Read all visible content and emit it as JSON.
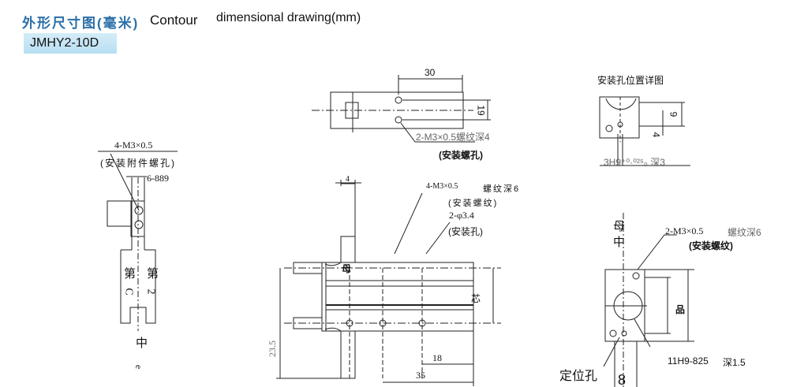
{
  "header": {
    "title_cn": "外形尺寸图(毫米)",
    "title_en": "Contour",
    "title_en2": "dimensional   drawing(mm)",
    "model": "JMHY2-10D"
  },
  "top_view": {
    "dim_width": "30",
    "dim_height": "19",
    "thread_label": "2-M3×0.5螺纹深4",
    "thread_note": "(安装螺孔)"
  },
  "detail_view": {
    "title": "安装孔位置详图",
    "dim_a": "9",
    "dim_b": "4",
    "hole_label": "3H9⁺⁰·⁰²⁵₀ 深3"
  },
  "side_view": {
    "thread_label": "4-M3×0.5",
    "thread_note": "(安装附件螺孔)",
    "dim_label": "6-889",
    "char1": "第",
    "char2": "第",
    "char3": "C",
    "char4": "2",
    "char5": "中",
    "char6": "e"
  },
  "front_view": {
    "dim_top": "4",
    "thread_label": "4-M3×0.5",
    "thread_depth": "螺纹深6",
    "thread_note": "(安装螺纹)",
    "hole_label": "2-φ3.4",
    "hole_note": "(安装孔)",
    "mark_mother": "母",
    "mark_core": "芯",
    "dim_height": "23.5",
    "dim_18": "18",
    "dim_35": "35"
  },
  "end_view": {
    "mark_mother": "母",
    "mark_mid": "中",
    "thread_label": "2-M3×0.5",
    "thread_depth": "螺纹深6",
    "thread_note": "(安装螺纹)",
    "mark_product": "品",
    "hole_label": "11H9-825",
    "hole_depth": "深1.5",
    "locating_hole": "定位孔",
    "mark_8": "8"
  }
}
